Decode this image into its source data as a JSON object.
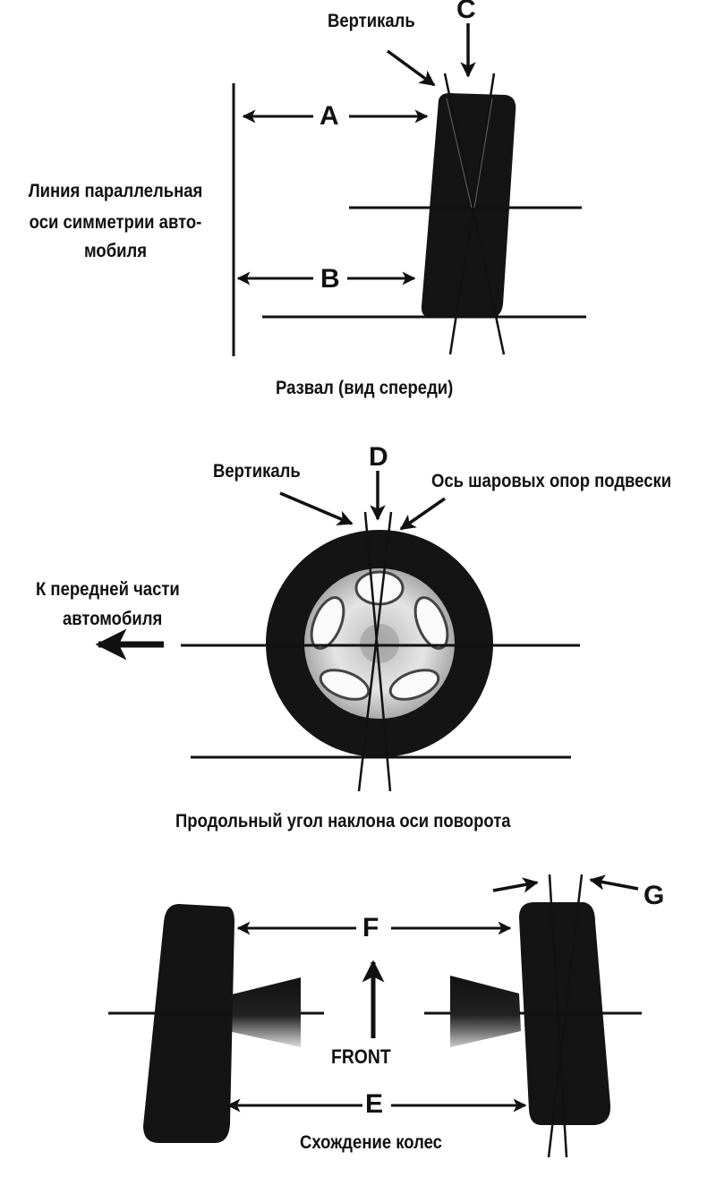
{
  "figure": {
    "camber": {
      "caption": "Развал (вид спереди)",
      "vertical_label": "Вертикаль",
      "reference_line_label": [
        "Линия параллельная",
        "оси симметрии авто-",
        "мобиля"
      ],
      "letters": {
        "A": "A",
        "B": "B",
        "C": "C"
      }
    },
    "caster": {
      "caption": "Продольный угол наклона оси поворота",
      "vertical_label": "Вертикаль",
      "ball_joint_axis_label": "Ось шаровых опор подвески",
      "front_direction_label": [
        "К передней части",
        "автомобиля"
      ],
      "letters": {
        "D": "D"
      }
    },
    "toe": {
      "caption": "Схождение колес",
      "front_label": "FRONT",
      "letters": {
        "E": "E",
        "F": "F",
        "G": "G"
      }
    }
  },
  "colors": {
    "ink": "#111111",
    "tire": "#141414",
    "rim": "#d8d8d8",
    "background": "#ffffff"
  }
}
